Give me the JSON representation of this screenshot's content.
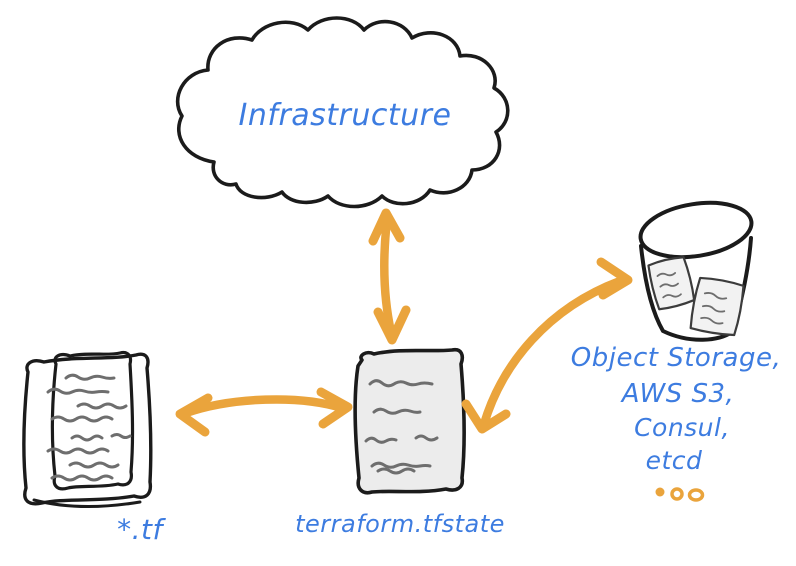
{
  "colors": {
    "ink": "#1b1b1b",
    "ink_soft": "#3c3c3c",
    "blue": "#3d7ce0",
    "orange": "#eaa43c",
    "paper": "#ececec",
    "paper_light": "#f2f2f2",
    "paper_line": "#6e6e6e"
  },
  "nodes": {
    "infrastructure": {
      "label": "Infrastructure"
    },
    "tf_files": {
      "label": "*.tf"
    },
    "state_file": {
      "label": "terraform.tfstate"
    },
    "storage": {
      "lines": [
        "Object Storage,",
        "AWS S3,",
        "Consul,",
        "etcd"
      ],
      "more_indicator": "ooo"
    }
  },
  "edges": [
    {
      "from": "state_file",
      "to": "infrastructure",
      "style": "double-headed-arrow"
    },
    {
      "from": "tf_files",
      "to": "state_file",
      "style": "double-headed-arrow"
    },
    {
      "from": "state_file",
      "to": "storage",
      "style": "double-headed-arrow"
    }
  ]
}
